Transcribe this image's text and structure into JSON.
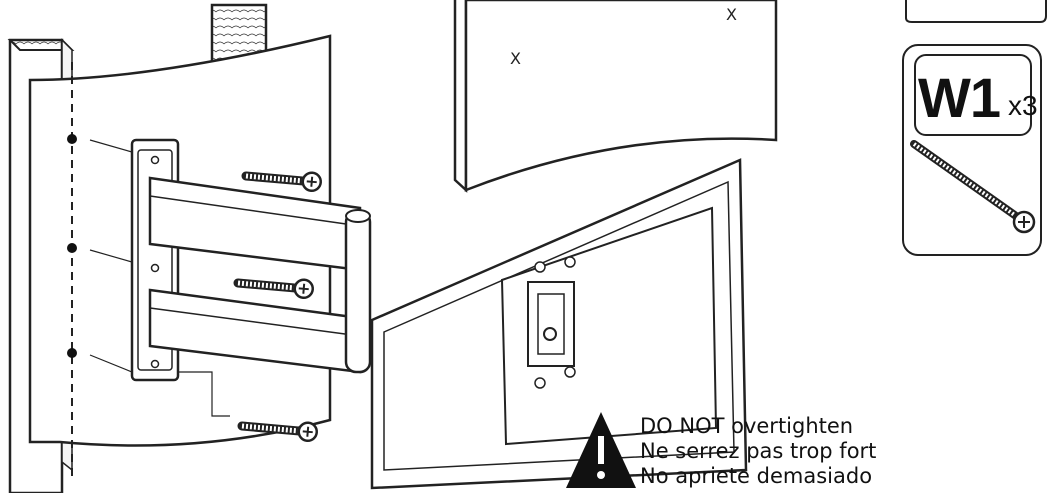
{
  "warning": {
    "icon": "warning-triangle-icon",
    "lines": [
      "DO NOT overtighten",
      "Ne serrez pas trop fort",
      "No apriete demasiado"
    ]
  },
  "parts": {
    "code_bold": "W1",
    "code_qty": "x3",
    "item_icon": "wood-screw-icon"
  },
  "wall_marks": {
    "symbol": "X"
  },
  "colors": {
    "line": "#222222",
    "wood": "#f2f2f2",
    "background": "#ffffff"
  }
}
